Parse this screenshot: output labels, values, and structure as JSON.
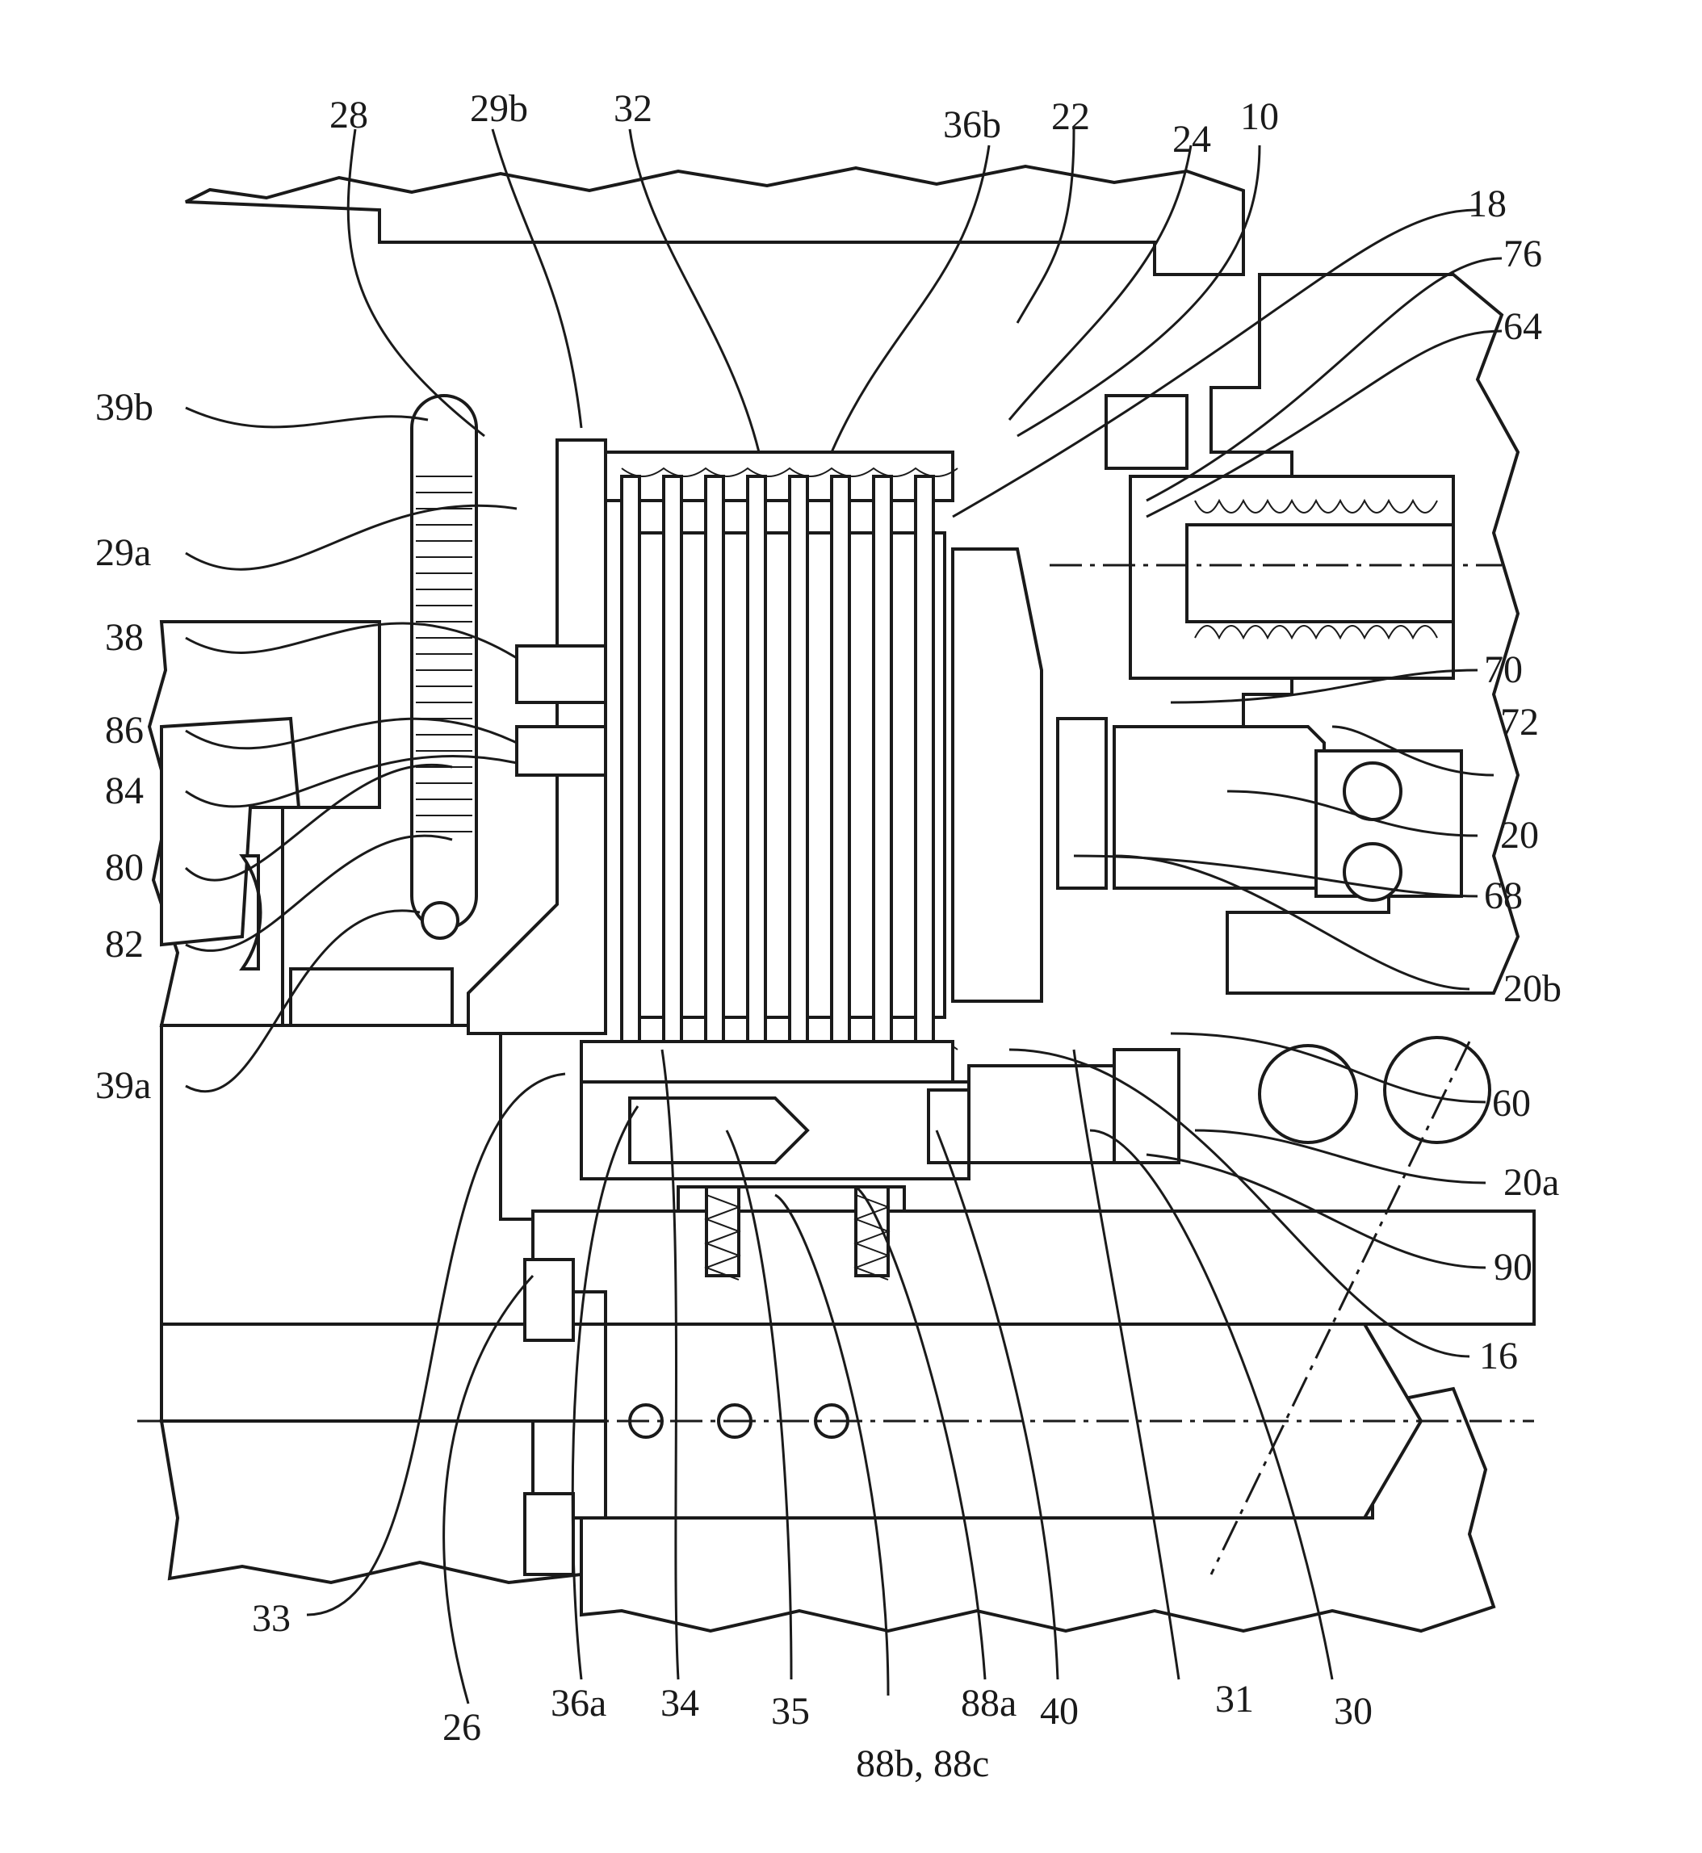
{
  "figure": {
    "labels": {
      "l28": "28",
      "l29b": "29b",
      "l32": "32",
      "l36b": "36b",
      "l22": "22",
      "l24": "24",
      "l10": "10",
      "l18": "18",
      "l76": "76",
      "l64": "64",
      "l39b": "39b",
      "l29a": "29a",
      "l38": "38",
      "l86": "86",
      "l84": "84",
      "l80": "80",
      "l82": "82",
      "l39a": "39a",
      "l70": "70",
      "l72": "72",
      "l20": "20",
      "l68": "68",
      "l20b": "20b",
      "l60": "60",
      "l20a": "20a",
      "l90": "90",
      "l16": "16",
      "l33": "33",
      "l26": "26",
      "l36a": "36a",
      "l34": "34",
      "l35": "35",
      "l88bc": "88b, 88c",
      "l88a": "88a",
      "l40": "40",
      "l31": "31",
      "l30": "30"
    }
  }
}
